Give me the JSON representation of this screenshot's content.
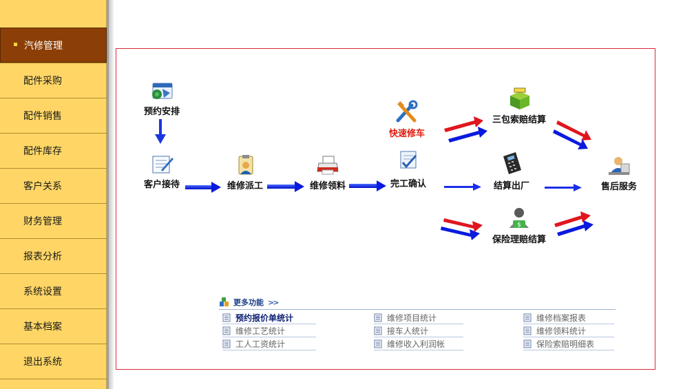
{
  "sidebar": {
    "items": [
      {
        "label": "汽修管理",
        "active": true
      },
      {
        "label": "配件采购"
      },
      {
        "label": "配件销售"
      },
      {
        "label": "配件库存"
      },
      {
        "label": "客户关系"
      },
      {
        "label": "财务管理"
      },
      {
        "label": "报表分析"
      },
      {
        "label": "系统设置"
      },
      {
        "label": "基本档案"
      },
      {
        "label": "退出系统"
      }
    ]
  },
  "flow": {
    "appointment": {
      "label": "预约安排",
      "icon": "calendar-icon"
    },
    "reception": {
      "label": "客户接待",
      "icon": "notepad-icon"
    },
    "dispatch": {
      "label": "维修派工",
      "icon": "clipboard-icon"
    },
    "parts_pick": {
      "label": "维修领料",
      "icon": "printer-icon"
    },
    "completion": {
      "label": "完工确认",
      "icon": "checklist-icon"
    },
    "quick_repair": {
      "label": "快速修车",
      "icon": "wrench-icon"
    },
    "warranty_claim": {
      "label": "三包索赔结算",
      "icon": "package-icon"
    },
    "checkout": {
      "label": "结算出厂",
      "icon": "card-reader-icon"
    },
    "insurance_claim": {
      "label": "保险理赔结算",
      "icon": "person-money-icon"
    },
    "after_sales": {
      "label": "售后服务",
      "icon": "service-desk-icon"
    }
  },
  "more": {
    "title": "更多功能",
    "links": [
      [
        "预约报价单统计",
        "维修项目统计",
        "维修档案报表"
      ],
      [
        "维修工艺统计",
        "接车人统计",
        "维修领料统计"
      ],
      [
        "工人工资统计",
        "维修收入利润帐",
        "保险索赔明细表"
      ]
    ]
  },
  "colors": {
    "sidebar": "#ffd666",
    "active": "#8b3f06",
    "arrow_blue": "#0a1adf",
    "arrow_red": "#e0161e",
    "panel_border": "#d8283a"
  }
}
